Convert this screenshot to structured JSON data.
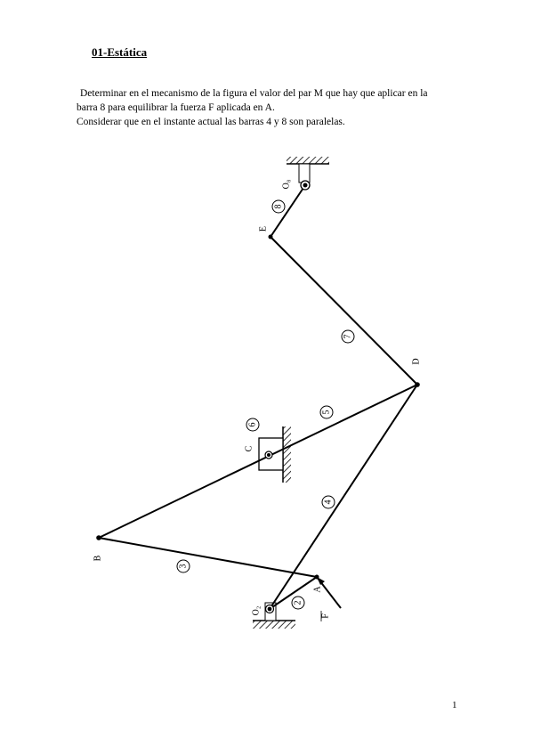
{
  "title": "01-Estática",
  "problem": {
    "line1": " Determinar en el mecanismo de la figura el valor del par M que hay que aplicar en la",
    "line2": "barra 8 para equilibrar la fuerza F aplicada en A.",
    "line3": "Considerar que en el instante actual las barras 4 y 8 son paralelas."
  },
  "diagram": {
    "points": {
      "O8": "O₈",
      "E": "E",
      "D": "D",
      "C": "C",
      "B": "B",
      "A": "A",
      "O2": "O₂",
      "F": "F"
    },
    "bars": {
      "b8": "8",
      "b7": "7",
      "b6": "6",
      "b5": "5",
      "b4": "4",
      "b3": "3",
      "b2": "2"
    }
  },
  "page_number": "1",
  "colors": {
    "ink": "#000000",
    "paper": "#ffffff"
  }
}
